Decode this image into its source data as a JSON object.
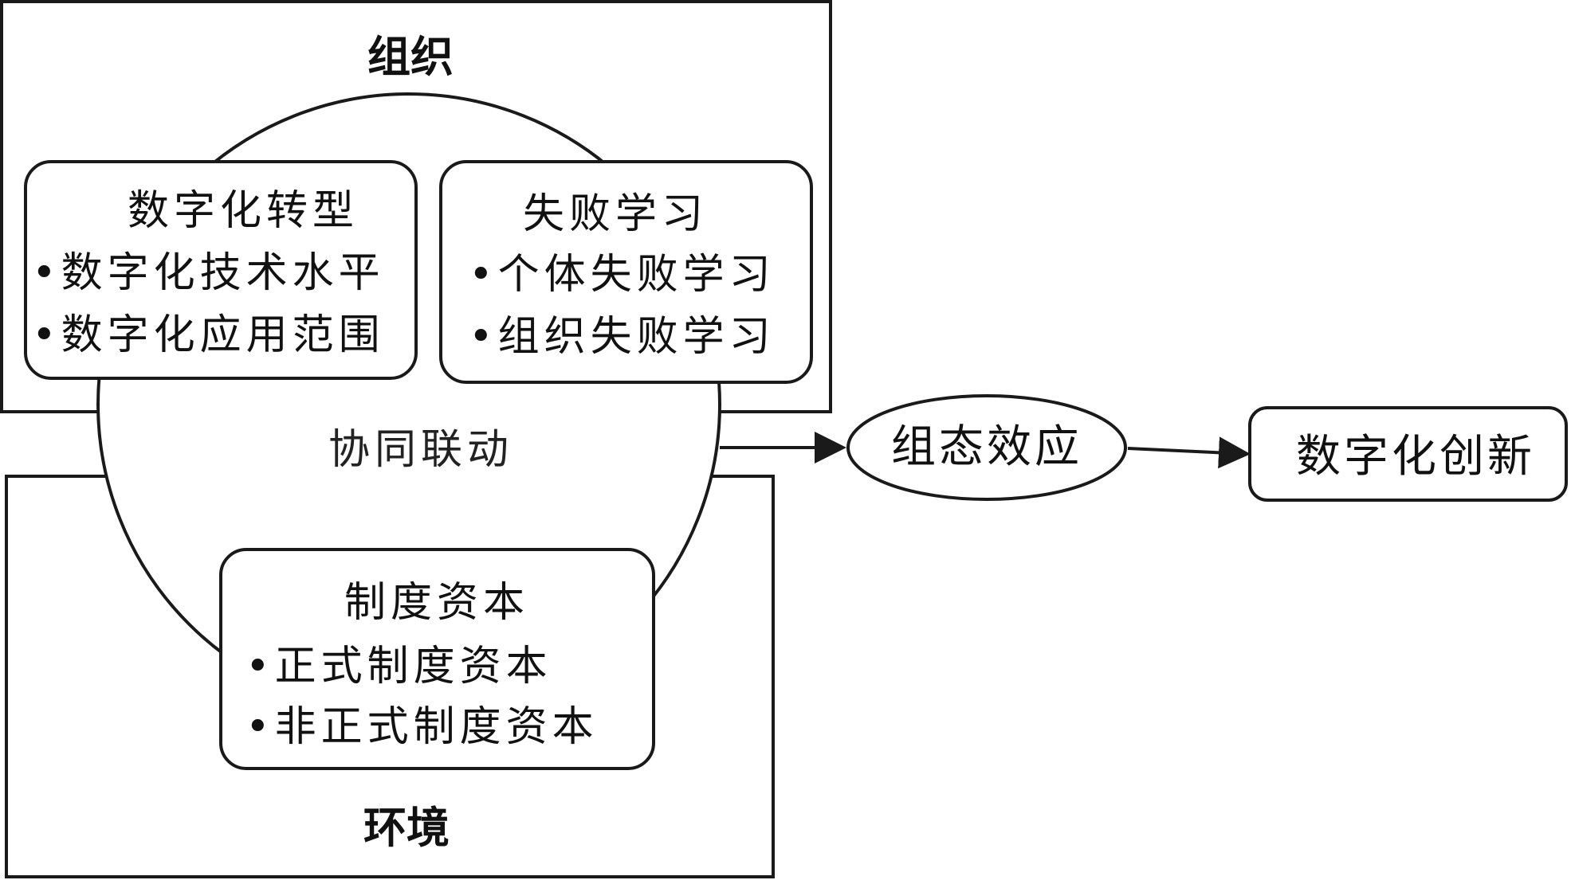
{
  "organization": {
    "label": "组织"
  },
  "environment": {
    "label": "环境"
  },
  "center": {
    "label": "协同联动"
  },
  "digital_transformation": {
    "title": "数字化转型",
    "items": [
      "•数字化技术水平",
      "•数字化应用范围"
    ]
  },
  "failure_learning": {
    "title": "失败学习",
    "items": [
      "•个体失败学习",
      "•组织失败学习"
    ]
  },
  "institutional_capital": {
    "title": "制度资本",
    "items": [
      "•正式制度资本",
      "•非正式制度资本"
    ]
  },
  "configuration_effect": {
    "label": "组态效应"
  },
  "digital_innovation": {
    "label": "数字化创新"
  },
  "colors": {
    "stroke": "#1a1a1a",
    "background": "#ffffff"
  }
}
